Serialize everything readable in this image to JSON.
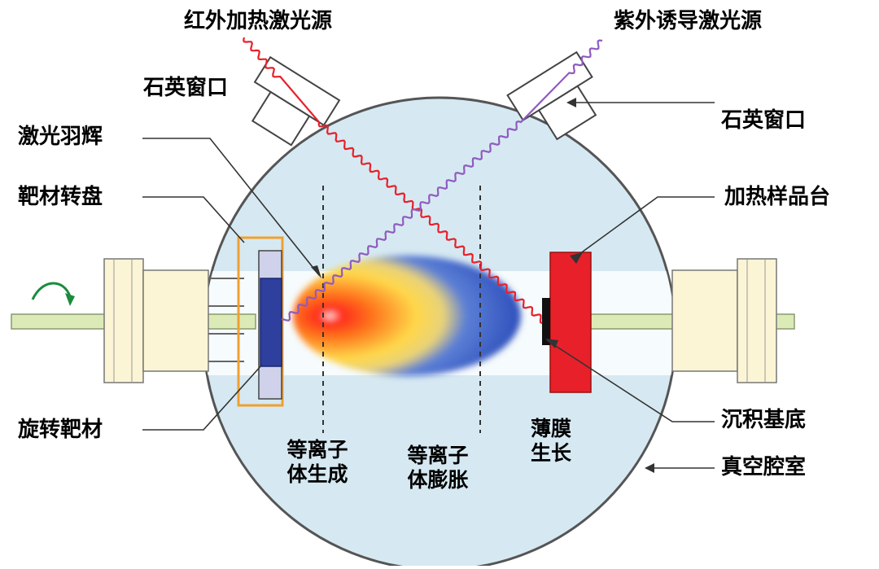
{
  "labels": {
    "ir_laser": "红外加热激光源",
    "uv_laser": "紫外诱导激光源",
    "quartz_left": "石英窗口",
    "quartz_right": "石英窗口",
    "plume": "激光羽辉",
    "target_carousel": "靶材转盘",
    "rotating_target": "旋转靶材",
    "heated_stage": "加热样品台",
    "substrate": "沉积基底",
    "vacuum_chamber": "真空腔室",
    "plasma_gen_1": "等离子",
    "plasma_gen_2": "体生成",
    "plasma_exp_1": "等离子",
    "plasma_exp_2": "体膨胀",
    "film_growth_1": "薄膜",
    "film_growth_2": "生长"
  },
  "colors": {
    "chamber_fill": "#d6e9f2",
    "ir_beam": "#e8202a",
    "uv_beam": "#8f5bbf",
    "heater": "#e8202a",
    "target": "#2e3f9e",
    "carousel_frame": "#f0a030",
    "flange": "#fbf5d5",
    "shaft": "#dceab8",
    "rotation_arrow": "#1a8c3c"
  }
}
